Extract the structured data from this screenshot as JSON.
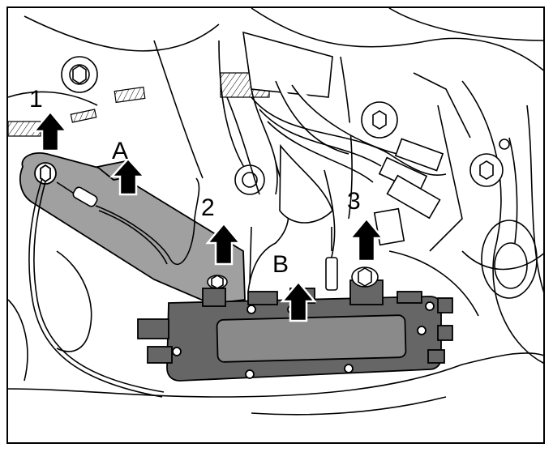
{
  "diagram": {
    "callouts": {
      "c1": "1",
      "c2": "2",
      "c3": "3",
      "cA": "A",
      "cB": "B"
    },
    "colors": {
      "line": "#000000",
      "bracket_fill": "#a0a0a0",
      "module_fill": "#666666",
      "module_panel": "#8a8a8a",
      "hatch": "#dcdcdc",
      "arrow": "#000000"
    }
  }
}
